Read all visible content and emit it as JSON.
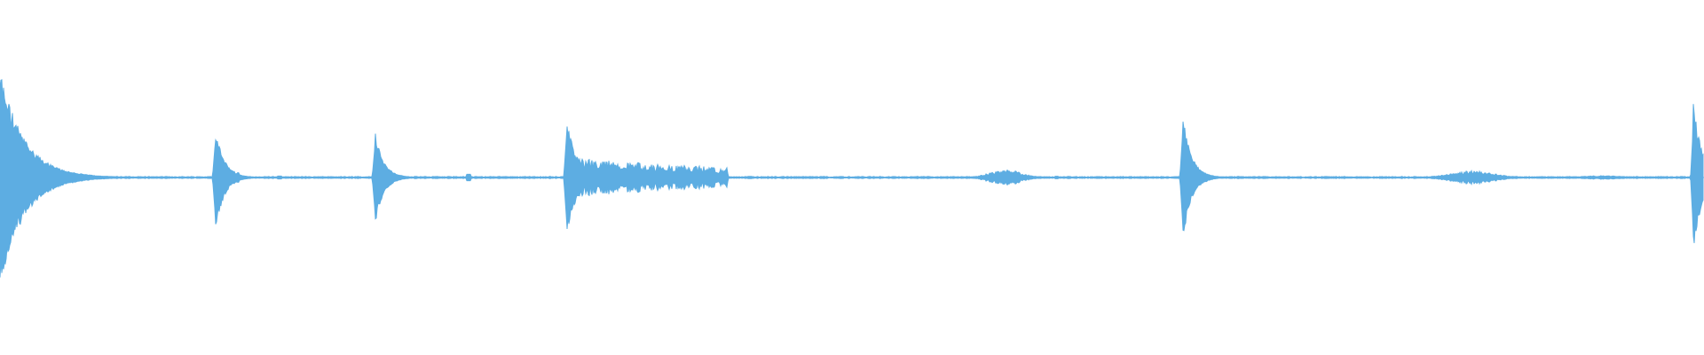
{
  "waveform": {
    "color": "#5dade2",
    "baseline_amplitude": 0.004,
    "duration_fraction_events": [
      {
        "name": "transient-1",
        "start": 0.0,
        "peak_up": 0.62,
        "peak_down": 0.62,
        "decay": 0.014,
        "tail_amp": 0.12,
        "tail_len": 0.022
      },
      {
        "name": "transient-2",
        "start": 0.1262,
        "peak_up": 0.3,
        "peak_down": 0.32,
        "decay": 0.005,
        "tail_amp": 0.06,
        "tail_len": 0.014
      },
      {
        "name": "transient-3",
        "start": 0.2199,
        "peak_up": 0.27,
        "peak_down": 0.28,
        "decay": 0.005,
        "tail_amp": 0.05,
        "tail_len": 0.012
      },
      {
        "name": "transient-4",
        "start": 0.3323,
        "peak_up": 0.35,
        "peak_down": 0.35,
        "decay": 0.006,
        "tail_amp": 0.11,
        "tail_len": 0.095
      },
      {
        "name": "transient-5",
        "start": 0.6939,
        "peak_up": 0.38,
        "peak_down": 0.38,
        "decay": 0.005,
        "tail_amp": 0.07,
        "tail_len": 0.012
      },
      {
        "name": "transient-6",
        "start": 0.9936,
        "peak_up": 0.45,
        "peak_down": 0.45,
        "decay": 0.005,
        "tail_amp": 0.1,
        "tail_len": 0.006
      }
    ],
    "swells": [
      {
        "name": "swell-1",
        "center": 0.59,
        "width": 0.022,
        "amp": 0.045
      },
      {
        "name": "swell-2",
        "center": 0.864,
        "width": 0.03,
        "amp": 0.038
      },
      {
        "name": "swell-3",
        "center": 0.94,
        "width": 0.028,
        "amp": 0.01
      }
    ],
    "blips": [
      {
        "name": "blip-1",
        "pos": 0.275,
        "amp": 0.018
      },
      {
        "name": "blip-2",
        "pos": 0.058,
        "amp": 0.006
      },
      {
        "name": "blip-3",
        "pos": 0.164,
        "amp": 0.008
      },
      {
        "name": "blip-4",
        "pos": 0.44,
        "amp": 0.006
      },
      {
        "name": "blip-5",
        "pos": 0.62,
        "amp": 0.007
      }
    ]
  }
}
